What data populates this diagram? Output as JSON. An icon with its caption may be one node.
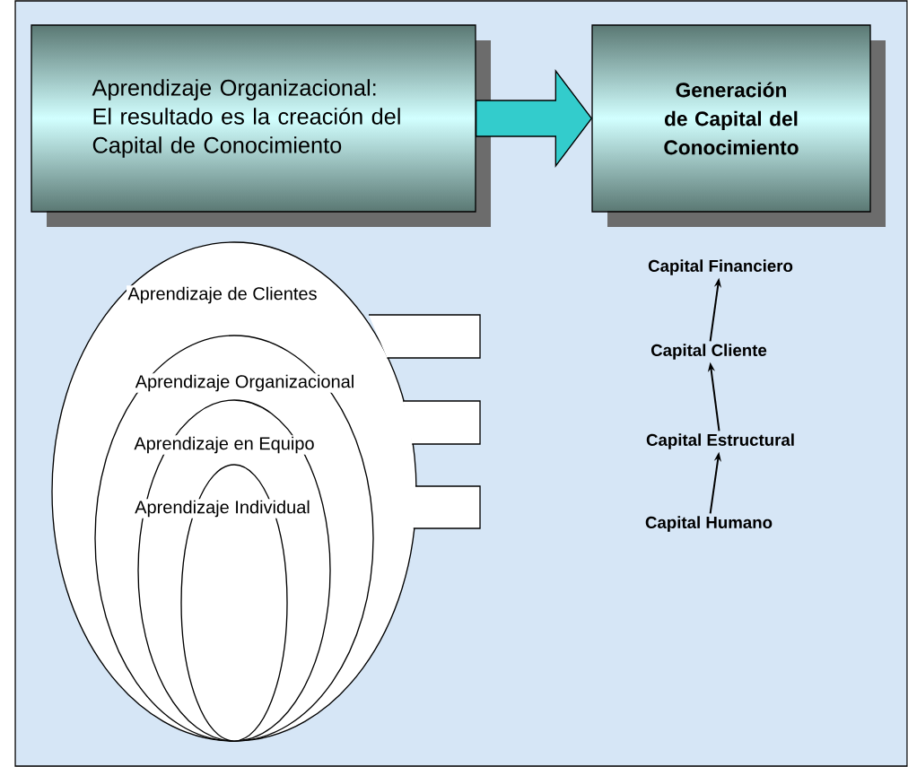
{
  "diagram": {
    "nodes": [
      {
        "text": [
          "Aprendizaje Organizacional: El resultado es la creación del Capital de Conocimiento"
        ]
      },
      {
        "text": [
          "Generación de Capital del Conocimiento"
        ]
      },
      {
        "text": [
          "Aprendizaje de Clientes"
        ]
      },
      {
        "text": [
          "Aprendizaje Organizacional"
        ],
        "in": 2
      },
      {
        "text": [
          "Aprendizaje en Equipo"
        ],
        "in": 3
      },
      {
        "text": [
          "Aprendizaje Individual"
        ],
        "in": 4
      },
      {
        "text": [],
        "shape": "box"
      },
      {
        "text": [],
        "shape": "box"
      },
      {
        "text": [],
        "shape": "box"
      },
      {
        "text": [
          "Capital Financiero"
        ]
      },
      {
        "text": [
          "Capital Cliente"
        ]
      },
      {
        "text": [
          "Capital Estructural"
        ]
      },
      {
        "text": [
          "Capital Humano"
        ]
      }
    ],
    "edges": [
      {
        "from": 0,
        "to": 1,
        "arrow": "to",
        "style": "thick",
        "color": "#33cccc"
      },
      {
        "from": 12,
        "to": 11,
        "arrow": "to"
      },
      {
        "from": 11,
        "to": 10,
        "arrow": "to"
      },
      {
        "from": 10,
        "to": 9,
        "arrow": "to"
      }
    ]
  }
}
